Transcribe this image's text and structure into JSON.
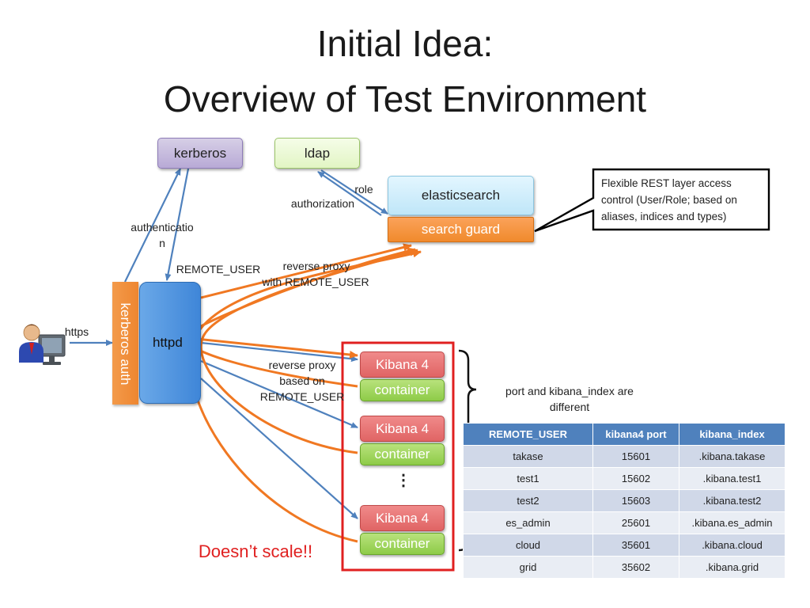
{
  "title": {
    "line1": "Initial Idea:",
    "line2": "Overview of Test Environment"
  },
  "nodes": {
    "kerberos": "kerberos",
    "ldap": "ldap",
    "elasticsearch": "elasticsearch",
    "search_guard": "search guard",
    "kerberos_auth": "kerberos auth",
    "httpd": "httpd",
    "kibana_1": "Kibana 4",
    "container_1": "container",
    "kibana_2": "Kibana 4",
    "container_2": "container",
    "ellipsis": "⋮",
    "kibana_3": "Kibana 4",
    "container_3": "container"
  },
  "labels": {
    "role": "role",
    "authorization": "authorization",
    "authentication_1": "authenticatio",
    "authentication_2": "n",
    "remote_user": "REMOTE_USER",
    "reverse_proxy_1a": "reverse proxy",
    "reverse_proxy_1b": "with REMOTE_USER",
    "https": "https",
    "reverse_proxy_2a": "reverse proxy",
    "reverse_proxy_2b": "based on",
    "reverse_proxy_2c": "REMOTE_USER",
    "port_note_1": "port and kibana_index are",
    "port_note_2": "different",
    "doesnt_scale": "Doesn’t scale!!"
  },
  "callout": {
    "line1": "Flexible REST layer access",
    "line2": "control (User/Role; based on",
    "line3": "aliases, indices and types)"
  },
  "table": {
    "headers": [
      "REMOTE_USER",
      "kibana4 port",
      "kibana_index"
    ],
    "rows": [
      [
        "takase",
        "15601",
        ".kibana.takase"
      ],
      [
        "test1",
        "15602",
        ".kibana.test1"
      ],
      [
        "test2",
        "15603",
        ".kibana.test2"
      ],
      [
        "es_admin",
        "25601",
        ".kibana.es_admin"
      ],
      [
        "cloud",
        "35601",
        ".kibana.cloud"
      ],
      [
        "grid",
        "35602",
        ".kibana.grid"
      ]
    ]
  },
  "colors": {
    "blue_arrow": "#4f81bd",
    "orange_arrow": "#f07822",
    "red_frame": "#e02020",
    "red_text": "#e02020"
  }
}
